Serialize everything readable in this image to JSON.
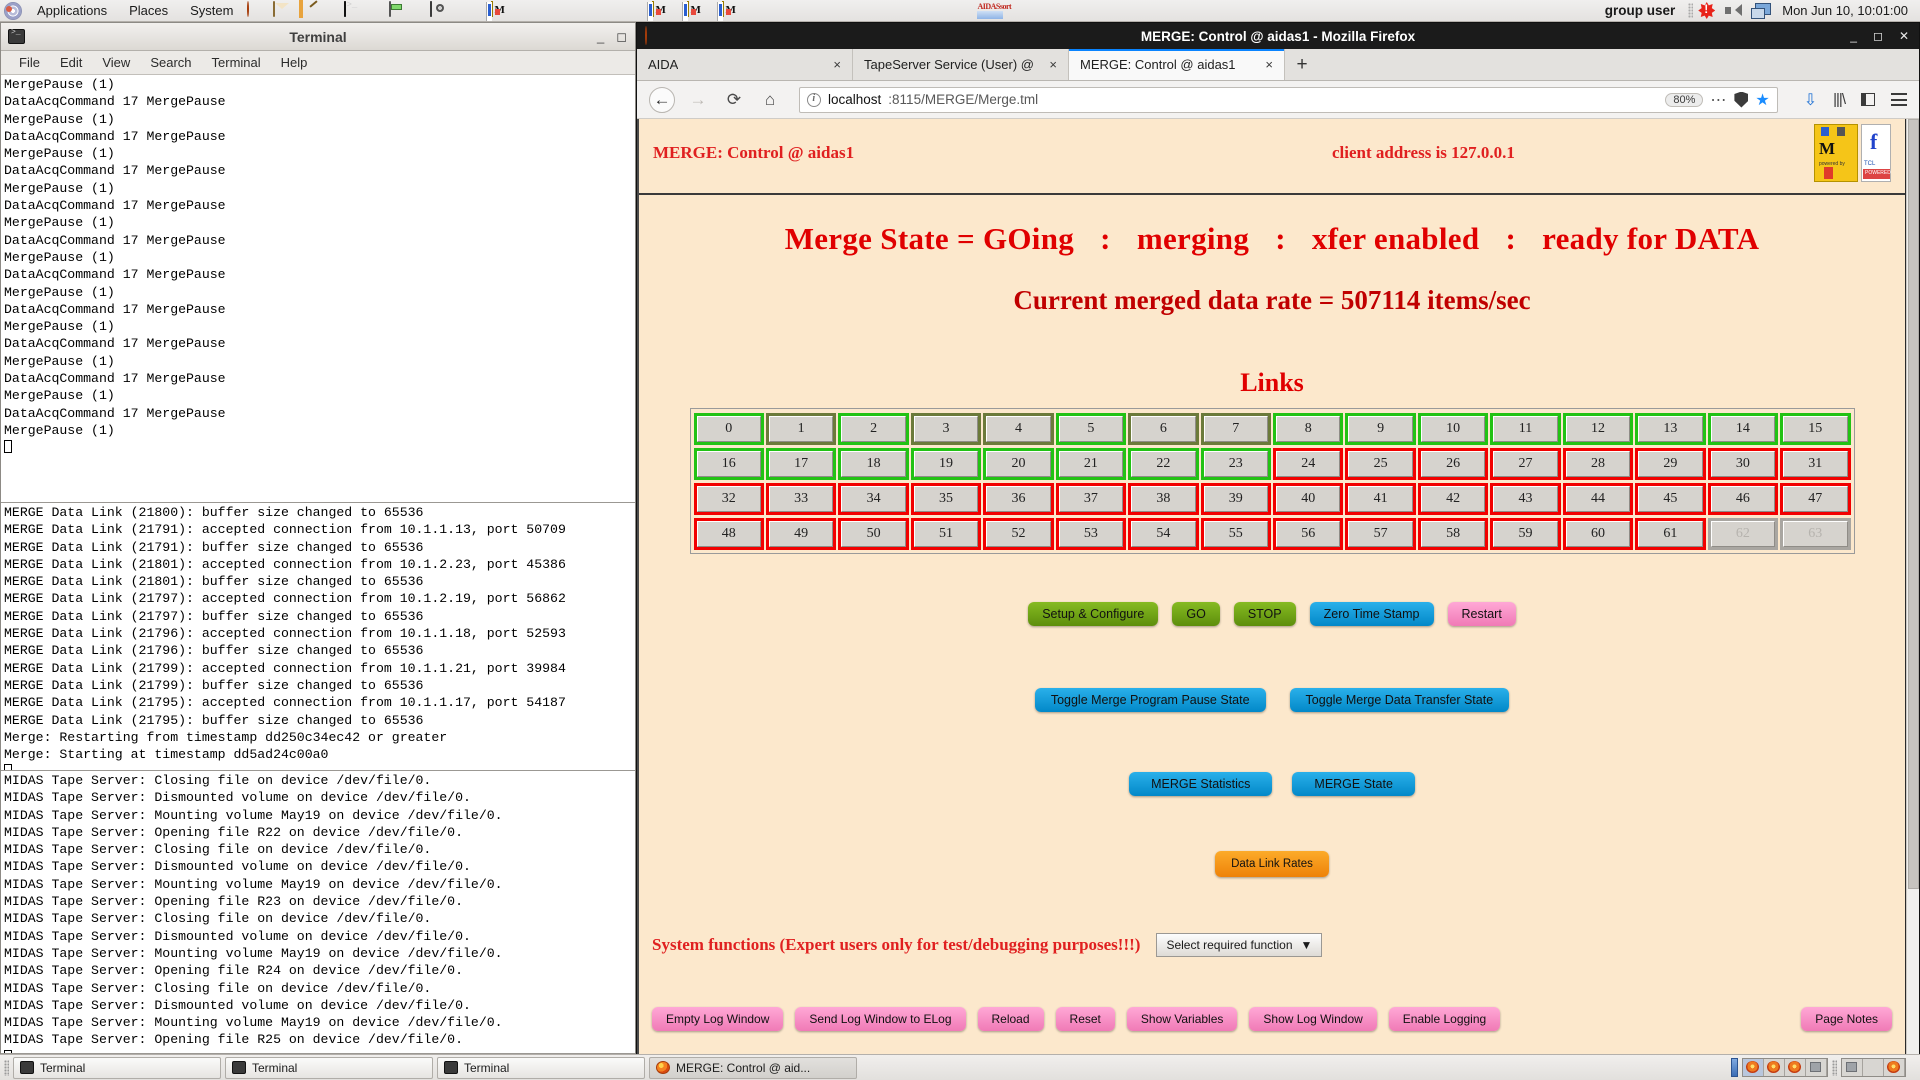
{
  "desktop": {
    "panel": {
      "menus": [
        "Applications",
        "Places",
        "System"
      ],
      "launchers": [
        "gnome-logo-icon",
        "firefox-icon",
        "mail-icon",
        "text-editor-icon",
        "terminal-icon",
        "calculator-icon",
        "screenshot-icon",
        "midas-icon",
        "midas-icon",
        "midas-icon",
        "midas-icon",
        "aidassort-icon"
      ],
      "user_label": "group user",
      "tray": [
        "alert-icon",
        "volume-icon",
        "network-icon"
      ],
      "clock": "Mon Jun 10, 10:01:00"
    },
    "taskbar": {
      "tasks": [
        {
          "label": "Terminal",
          "icon": "terminal-icon",
          "active": false
        },
        {
          "label": "Terminal",
          "icon": "terminal-icon",
          "active": false
        },
        {
          "label": "Terminal",
          "icon": "terminal-icon",
          "active": false
        },
        {
          "label": "MERGE: Control @ aid...",
          "icon": "firefox-icon",
          "active": true
        }
      ]
    }
  },
  "terminal": {
    "title": "Terminal",
    "window_buttons": [
      "minimize",
      "maximize",
      "close"
    ],
    "menus": [
      "File",
      "Edit",
      "View",
      "Search",
      "Terminal",
      "Help"
    ],
    "pane1_lines": [
      "MergePause (1)",
      "DataAcqCommand 17 MergePause",
      "MergePause (1)",
      "DataAcqCommand 17 MergePause",
      "MergePause (1)",
      "DataAcqCommand 17 MergePause",
      "MergePause (1)",
      "DataAcqCommand 17 MergePause",
      "MergePause (1)",
      "DataAcqCommand 17 MergePause",
      "MergePause (1)",
      "DataAcqCommand 17 MergePause",
      "MergePause (1)",
      "DataAcqCommand 17 MergePause",
      "MergePause (1)",
      "DataAcqCommand 17 MergePause",
      "MergePause (1)",
      "DataAcqCommand 17 MergePause",
      "MergePause (1)",
      "DataAcqCommand 17 MergePause",
      "MergePause (1)"
    ],
    "pane2_lines": [
      "MERGE Data Link (21800): buffer size changed to 65536",
      "MERGE Data Link (21791): accepted connection from 10.1.1.13, port 50709",
      "MERGE Data Link (21791): buffer size changed to 65536",
      "MERGE Data Link (21801): accepted connection from 10.1.2.23, port 45386",
      "MERGE Data Link (21801): buffer size changed to 65536",
      "MERGE Data Link (21797): accepted connection from 10.1.2.19, port 56862",
      "MERGE Data Link (21797): buffer size changed to 65536",
      "MERGE Data Link (21796): accepted connection from 10.1.1.18, port 52593",
      "MERGE Data Link (21796): buffer size changed to 65536",
      "MERGE Data Link (21799): accepted connection from 10.1.1.21, port 39984",
      "MERGE Data Link (21799): buffer size changed to 65536",
      "MERGE Data Link (21795): accepted connection from 10.1.1.17, port 54187",
      "MERGE Data Link (21795): buffer size changed to 65536",
      "Merge: Restarting from timestamp dd250c34ec42 or greater",
      "Merge: Starting at timestamp dd5ad24c00a0"
    ],
    "pane3_lines": [
      "MIDAS Tape Server: Closing file on device /dev/file/0.",
      "MIDAS Tape Server: Dismounted volume on device /dev/file/0.",
      "MIDAS Tape Server: Mounting volume May19 on device /dev/file/0.",
      "MIDAS Tape Server: Opening file R22 on device /dev/file/0.",
      "MIDAS Tape Server: Closing file on device /dev/file/0.",
      "MIDAS Tape Server: Dismounted volume on device /dev/file/0.",
      "MIDAS Tape Server: Mounting volume May19 on device /dev/file/0.",
      "MIDAS Tape Server: Opening file R23 on device /dev/file/0.",
      "MIDAS Tape Server: Closing file on device /dev/file/0.",
      "MIDAS Tape Server: Dismounted volume on device /dev/file/0.",
      "MIDAS Tape Server: Mounting volume May19 on device /dev/file/0.",
      "MIDAS Tape Server: Opening file R24 on device /dev/file/0.",
      "MIDAS Tape Server: Closing file on device /dev/file/0.",
      "MIDAS Tape Server: Dismounted volume on device /dev/file/0.",
      "MIDAS Tape Server: Mounting volume May19 on device /dev/file/0.",
      "MIDAS Tape Server: Opening file R25 on device /dev/file/0."
    ]
  },
  "browser": {
    "window_title": "MERGE: Control @ aidas1 - Mozilla Firefox",
    "tabs": [
      {
        "label": "AIDA",
        "active": false
      },
      {
        "label": "TapeServer Service (User) @",
        "active": false
      },
      {
        "label": "MERGE: Control @ aidas1",
        "active": true
      }
    ],
    "new_tab_label": "+",
    "tab_close_label": "×",
    "nav": {
      "back": "←",
      "forward": "→",
      "reload": "⟳",
      "home": "⌂"
    },
    "url": {
      "host": "localhost",
      "path": ":8115/MERGE/Merge.tml",
      "zoom": "80%"
    }
  },
  "page": {
    "header_title": "MERGE: Control @ aidas1",
    "client_address": "client address is 127.0.0.1",
    "state": {
      "merge_state": "Merge State = GOing",
      "merging": "merging",
      "xfer": "xfer enabled",
      "ready": "ready for DATA",
      "separator": ":"
    },
    "rate_line": "Current merged data rate = 507114 items/sec",
    "links_title": "Links",
    "links": [
      {
        "n": "0",
        "state": "green"
      },
      {
        "n": "1",
        "state": "olive"
      },
      {
        "n": "2",
        "state": "green"
      },
      {
        "n": "3",
        "state": "olive"
      },
      {
        "n": "4",
        "state": "olive"
      },
      {
        "n": "5",
        "state": "green"
      },
      {
        "n": "6",
        "state": "olive"
      },
      {
        "n": "7",
        "state": "olive"
      },
      {
        "n": "8",
        "state": "green"
      },
      {
        "n": "9",
        "state": "green"
      },
      {
        "n": "10",
        "state": "green"
      },
      {
        "n": "11",
        "state": "green"
      },
      {
        "n": "12",
        "state": "green"
      },
      {
        "n": "13",
        "state": "green"
      },
      {
        "n": "14",
        "state": "green"
      },
      {
        "n": "15",
        "state": "green"
      },
      {
        "n": "16",
        "state": "green"
      },
      {
        "n": "17",
        "state": "green"
      },
      {
        "n": "18",
        "state": "green"
      },
      {
        "n": "19",
        "state": "green"
      },
      {
        "n": "20",
        "state": "green"
      },
      {
        "n": "21",
        "state": "green"
      },
      {
        "n": "22",
        "state": "green"
      },
      {
        "n": "23",
        "state": "green"
      },
      {
        "n": "24",
        "state": "red"
      },
      {
        "n": "25",
        "state": "red"
      },
      {
        "n": "26",
        "state": "red"
      },
      {
        "n": "27",
        "state": "red"
      },
      {
        "n": "28",
        "state": "red"
      },
      {
        "n": "29",
        "state": "red"
      },
      {
        "n": "30",
        "state": "red"
      },
      {
        "n": "31",
        "state": "red"
      },
      {
        "n": "32",
        "state": "red"
      },
      {
        "n": "33",
        "state": "red"
      },
      {
        "n": "34",
        "state": "red"
      },
      {
        "n": "35",
        "state": "red"
      },
      {
        "n": "36",
        "state": "red"
      },
      {
        "n": "37",
        "state": "red"
      },
      {
        "n": "38",
        "state": "red"
      },
      {
        "n": "39",
        "state": "red"
      },
      {
        "n": "40",
        "state": "red"
      },
      {
        "n": "41",
        "state": "red"
      },
      {
        "n": "42",
        "state": "red"
      },
      {
        "n": "43",
        "state": "red"
      },
      {
        "n": "44",
        "state": "red"
      },
      {
        "n": "45",
        "state": "red"
      },
      {
        "n": "46",
        "state": "red"
      },
      {
        "n": "47",
        "state": "red"
      },
      {
        "n": "48",
        "state": "red"
      },
      {
        "n": "49",
        "state": "red"
      },
      {
        "n": "50",
        "state": "red"
      },
      {
        "n": "51",
        "state": "red"
      },
      {
        "n": "52",
        "state": "red"
      },
      {
        "n": "53",
        "state": "red"
      },
      {
        "n": "54",
        "state": "red"
      },
      {
        "n": "55",
        "state": "red"
      },
      {
        "n": "56",
        "state": "red"
      },
      {
        "n": "57",
        "state": "red"
      },
      {
        "n": "58",
        "state": "red"
      },
      {
        "n": "59",
        "state": "red"
      },
      {
        "n": "60",
        "state": "red"
      },
      {
        "n": "61",
        "state": "red"
      },
      {
        "n": "62",
        "state": "grey"
      },
      {
        "n": "63",
        "state": "grey"
      }
    ],
    "buttons_main": [
      {
        "label": "Setup & Configure",
        "color": "green"
      },
      {
        "label": "GO",
        "color": "green"
      },
      {
        "label": "STOP",
        "color": "green"
      },
      {
        "label": "Zero Time Stamp",
        "color": "blue"
      },
      {
        "label": "Restart",
        "color": "pink"
      }
    ],
    "buttons_toggle": [
      {
        "label": "Toggle Merge Program Pause State",
        "color": "blue"
      },
      {
        "label": "Toggle Merge Data Transfer State",
        "color": "blue"
      }
    ],
    "buttons_stats": [
      {
        "label": "MERGE Statistics",
        "color": "blue"
      },
      {
        "label": "MERGE State",
        "color": "blue"
      }
    ],
    "buttons_rates": [
      {
        "label": "Data Link Rates",
        "color": "orange"
      }
    ],
    "system_functions": {
      "warning": "System functions (Expert users only for test/debugging purposes!!!)",
      "select_value": "Select required function",
      "chevron": "⌄"
    },
    "buttons_bottom": [
      {
        "label": "Empty Log Window",
        "color": "pink"
      },
      {
        "label": "Send Log Window to ELog",
        "color": "pink"
      },
      {
        "label": "Reload",
        "color": "pink"
      },
      {
        "label": "Reset",
        "color": "pink"
      },
      {
        "label": "Show Variables",
        "color": "pink"
      },
      {
        "label": "Show Log Window",
        "color": "pink"
      },
      {
        "label": "Enable Logging",
        "color": "pink"
      }
    ],
    "page_notes": {
      "label": "Page Notes",
      "color": "pink"
    },
    "colors": {
      "page_background": "#fce8cc",
      "heading_red": "#e00000",
      "link_ok": "#22c214",
      "link_paused": "#6b7a3a",
      "link_error": "#f20000",
      "link_disabled": "#a9a6a1"
    }
  }
}
